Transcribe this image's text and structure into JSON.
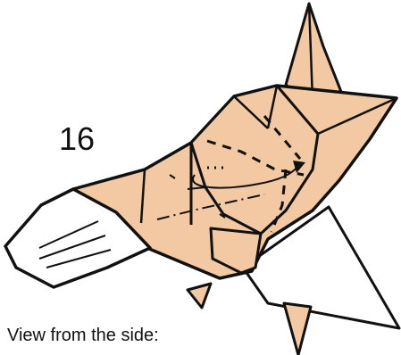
{
  "step": {
    "number": "16"
  },
  "caption": {
    "text": "View from the side:"
  },
  "colors": {
    "paper_colored_side": "#f2c9a2",
    "paper_white_side": "#ffffff",
    "line": "#111111",
    "background": "#ffffff"
  },
  "symbols": {
    "valley_fold": "dashed-line",
    "fold_through": "dash-dot-line",
    "rotate_arrow": "curved-arrow"
  }
}
